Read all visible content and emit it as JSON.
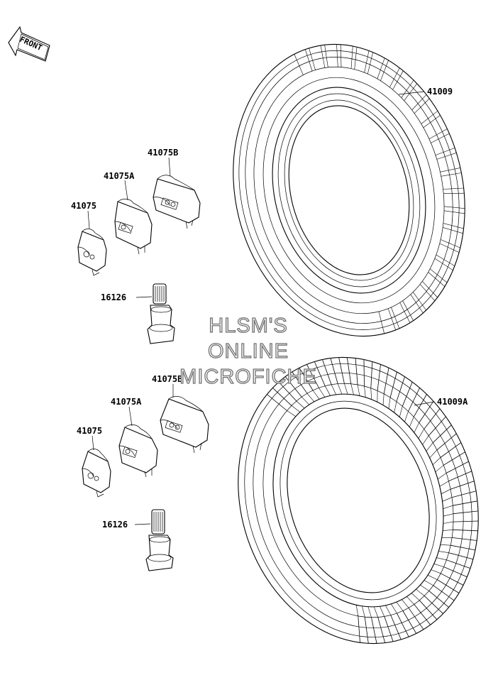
{
  "front_badge": "FRONT",
  "watermark": [
    "HLSM'S",
    "ONLINE",
    "MICROFICHE"
  ],
  "labels": {
    "tire_top": "41009",
    "tire_bottom": "41009A",
    "weight_b_top": "41075B",
    "weight_a_top": "41075A",
    "weight_top": "41075",
    "valve_top": "16126",
    "weight_b_bottom": "41075B",
    "weight_a_bottom": "41075A",
    "weight_bottom": "41075",
    "valve_bottom": "16126"
  }
}
